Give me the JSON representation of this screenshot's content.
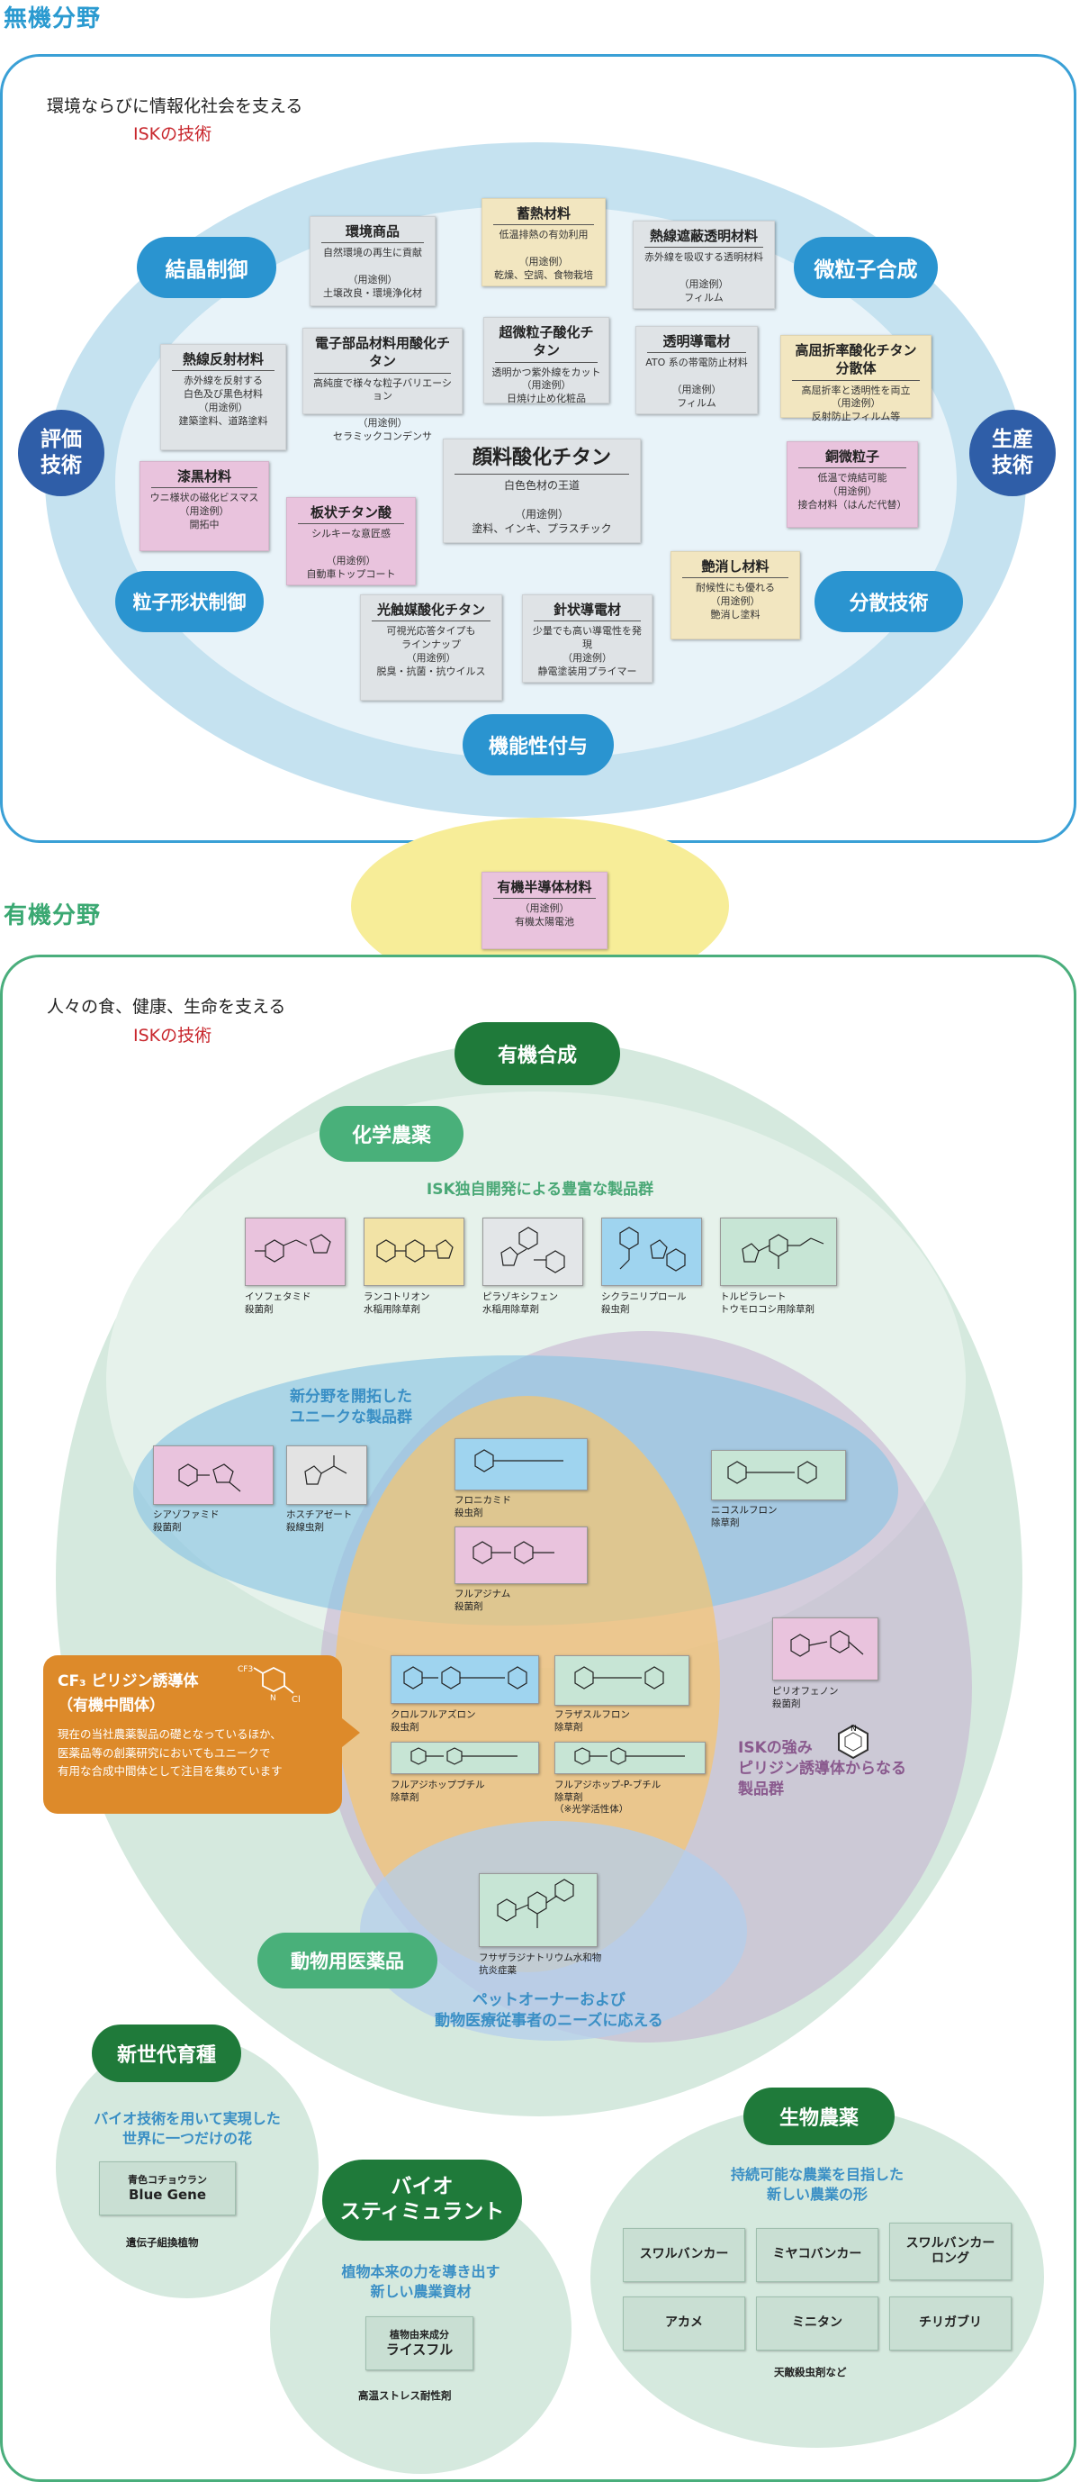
{
  "inorganic": {
    "title": "無機分野",
    "intro": "環境ならびに情報化社会を支える",
    "intro_red": "ISKの技術",
    "tech_circles": {
      "crystal": "結晶制御",
      "fine_particle": "微粒子合成",
      "evaluation": "評価\n技術",
      "production": "生産\n技術",
      "particle_shape": "粒子形状制御",
      "dispersion": "分散技術",
      "functional": "機能性付与"
    },
    "products": [
      {
        "title": "環境商品",
        "body": "自然環境の再生に貢献\n\n（用途例）\n土壌改良・環境浄化材"
      },
      {
        "title": "蓄熱材料",
        "body": "低温排熱の有効利用\n\n（用途例）\n乾燥、空調、食物栽培"
      },
      {
        "title": "熱線遮蔽透明材料",
        "body": "赤外線を吸収する透明材料\n\n（用途例）\nフィルム"
      },
      {
        "title": "熱線反射材料",
        "body": "赤外線を反射する\n白色及び黒色材料\n（用途例）\n建築塗料、道路塗料"
      },
      {
        "title": "電子部品材料用酸化チタン",
        "body": "高純度で様々な粒子バリエーション\n\n（用途例）\nセラミックコンデンサ"
      },
      {
        "title": "超微粒子酸化チタン",
        "body": "透明かつ紫外線をカット\n（用途例）\n日焼け止め化粧品"
      },
      {
        "title": "透明導電材",
        "body": "ATO 系の帯電防止材料\n\n（用途例）\nフィルム"
      },
      {
        "title": "高屈折率酸化チタン分散体",
        "body": "高屈折率と透明性を両立\n（用途例）\n反射防止フィルム等"
      },
      {
        "title": "漆黒材料",
        "body": "ウニ様状の磁化ビスマス\n（用途例）\n開拓中"
      },
      {
        "title": "板状チタン酸",
        "body": "シルキーな意匠感\n\n（用途例）\n自動車トップコート"
      },
      {
        "title": "顔料酸化チタン",
        "body": "白色色材の王道\n\n（用途例）\n塗料、インキ、プラスチック"
      },
      {
        "title": "銅微粒子",
        "body": "低温で焼結可能\n（用途例）\n接合材料（はんだ代替）"
      },
      {
        "title": "艶消し材料",
        "body": "耐候性にも優れる\n（用途例）\n艶消し塗料"
      },
      {
        "title": "光触媒酸化チタン",
        "body": "可視光応答タイプも\nラインナップ\n（用途例）\n脱臭・抗菌・抗ウイルス"
      },
      {
        "title": "針状導電材",
        "body": "少量でも高い導電性を発現\n（用途例）\n静電塗装用プライマー"
      }
    ]
  },
  "semiconductor": {
    "title": "有機半導体材料",
    "body": "（用途例）\n有機太陽電池"
  },
  "organic": {
    "title": "有機分野",
    "intro": "人々の食、健康、生命を支える",
    "intro_red": "ISKの技術",
    "organic_synthesis": "有機合成",
    "agrochem": "化学農薬",
    "rich_products": "ISK独自開発による豊富な製品群",
    "new_field": "新分野を開拓した\nユニークな製品群",
    "pyridine_group": "ISKの強み\nピリジン誘導体からなる\n製品群",
    "animal": "動物用医薬品",
    "pet": "ペットオーナーおよび\n動物医療従事者のニーズに応える",
    "mol_row1": [
      {
        "label": "イソフェタミド\n殺菌剤"
      },
      {
        "label": "ランコトリオン\n水稲用除草剤"
      },
      {
        "label": "ピラゾキシフェン\n水稲用除草剤"
      },
      {
        "label": "シクラニリプロール\n殺虫剤"
      },
      {
        "label": "トルピラレート\nトウモロコシ用除草剤"
      }
    ],
    "mol_new": [
      {
        "label": "シアゾファミド\n殺菌剤"
      },
      {
        "label": "ホスチアゼート\n殺線虫剤"
      },
      {
        "label": "フロニカミド\n殺虫剤"
      },
      {
        "label": "フルアジナム\n殺菌剤"
      },
      {
        "label": "ニコスルフロン\n除草剤"
      }
    ],
    "mol_pyr": [
      {
        "label": "クロルフルアズロン\n殺虫剤"
      },
      {
        "label": "フラザスルフロン\n除草剤"
      },
      {
        "label": "フルアジホップブチル\n除草剤"
      },
      {
        "label": "フルアジホップ-P-ブチル\n除草剤\n（※光学活性体）"
      },
      {
        "label": "ピリオフェノン\n殺菌剤"
      }
    ],
    "mol_animal": {
      "label": "フサザラジナトリウム水和物\n抗炎症薬"
    },
    "cf3_box": {
      "title_a": "CF₃ ピリジン誘導体",
      "title_b": "（有機中間体）",
      "body": "現在の当社農薬製品の礎となっているほか、\n医薬品等の創薬研究においてもユニークで\n有用な合成中間体として注目を集めています"
    },
    "breeding": {
      "title": "新世代育種",
      "subtitle": "バイオ技術を用いて実現した\n世界に一つだけの花",
      "chip_small": "青色コチョウラン",
      "chip_big": "Blue Gene",
      "note": "遺伝子組換植物"
    },
    "biostim": {
      "title": "バイオ\nスティミュラント",
      "subtitle": "植物本来の力を導き出す\n新しい農業資材",
      "chip_small": "植物由来成分",
      "chip_big": "ライスフル",
      "note": "高温ストレス耐性剤"
    },
    "bioag": {
      "title": "生物農薬",
      "subtitle": "持続可能な農業を目指した\n新しい農業の形",
      "chips": [
        "スワルバンカー",
        "ミヤコバンカー",
        "スワルバンカー\nロング",
        "アカメ",
        "ミニタン",
        "チリガブリ"
      ],
      "note": "天敵殺虫剤など"
    }
  },
  "colors": {
    "inorganic_blue": "#2a9ad0",
    "tech_circle": "#2a94d0",
    "evaluation_circle": "#2f5ea8",
    "organic_green": "#3aa872",
    "dark_green": "#1f7a3a",
    "semiconductor_yellow": "#f7ed98",
    "cf3_orange": "#dd8a2a"
  }
}
